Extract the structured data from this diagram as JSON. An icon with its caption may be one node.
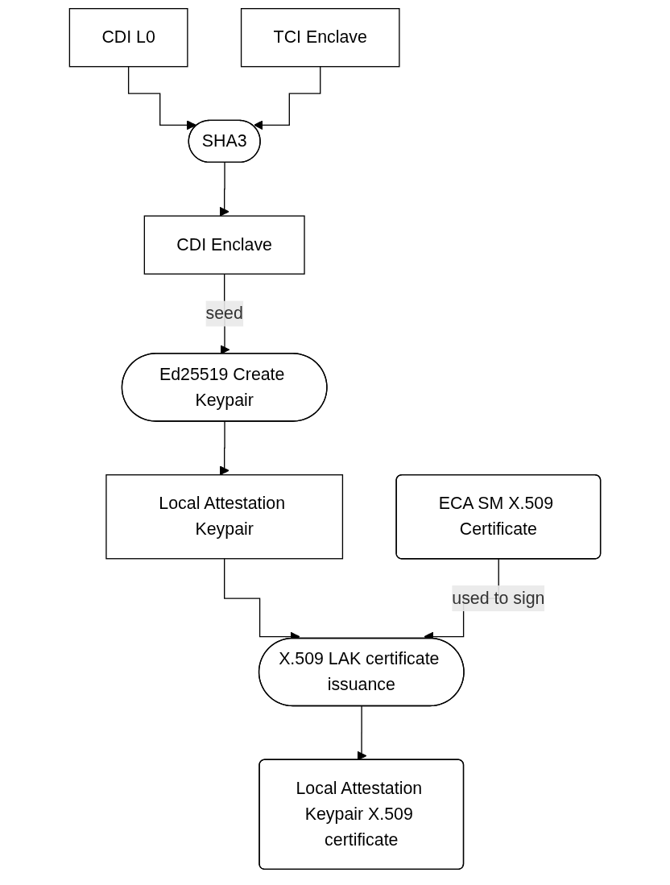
{
  "diagram": {
    "nodes": [
      {
        "text": [
          "CDI L0"
        ]
      },
      {
        "text": [
          "TCI Enclave"
        ]
      },
      {
        "text": [
          "SHA3"
        ]
      },
      {
        "text": [
          "CDI Enclave"
        ]
      },
      {
        "text": [
          "Ed25519 Create Keypair"
        ]
      },
      {
        "text": [
          "ECA SM X.509 Certificate"
        ]
      },
      {
        "text": [
          "Local Attestation Keypair"
        ]
      },
      {
        "text": [
          "X.509 LAK certificate issuance"
        ]
      },
      {
        "text": [
          "Local Attestation Keypair X.509 certificate"
        ]
      }
    ],
    "edges": [
      {
        "from": 0,
        "to": 2,
        "arrow": "to"
      },
      {
        "from": 1,
        "to": 2,
        "arrow": "to"
      },
      {
        "from": 2,
        "to": 3,
        "arrow": "to"
      },
      {
        "from": 3,
        "to": 4,
        "label": "seed",
        "arrow": "to"
      },
      {
        "from": 4,
        "to": 6,
        "arrow": "to"
      },
      {
        "from": 6,
        "to": 7,
        "arrow": "to"
      },
      {
        "from": 5,
        "to": 7,
        "label": "used to sign",
        "arrow": "to"
      },
      {
        "from": 7,
        "to": 8,
        "arrow": "to"
      }
    ]
  }
}
